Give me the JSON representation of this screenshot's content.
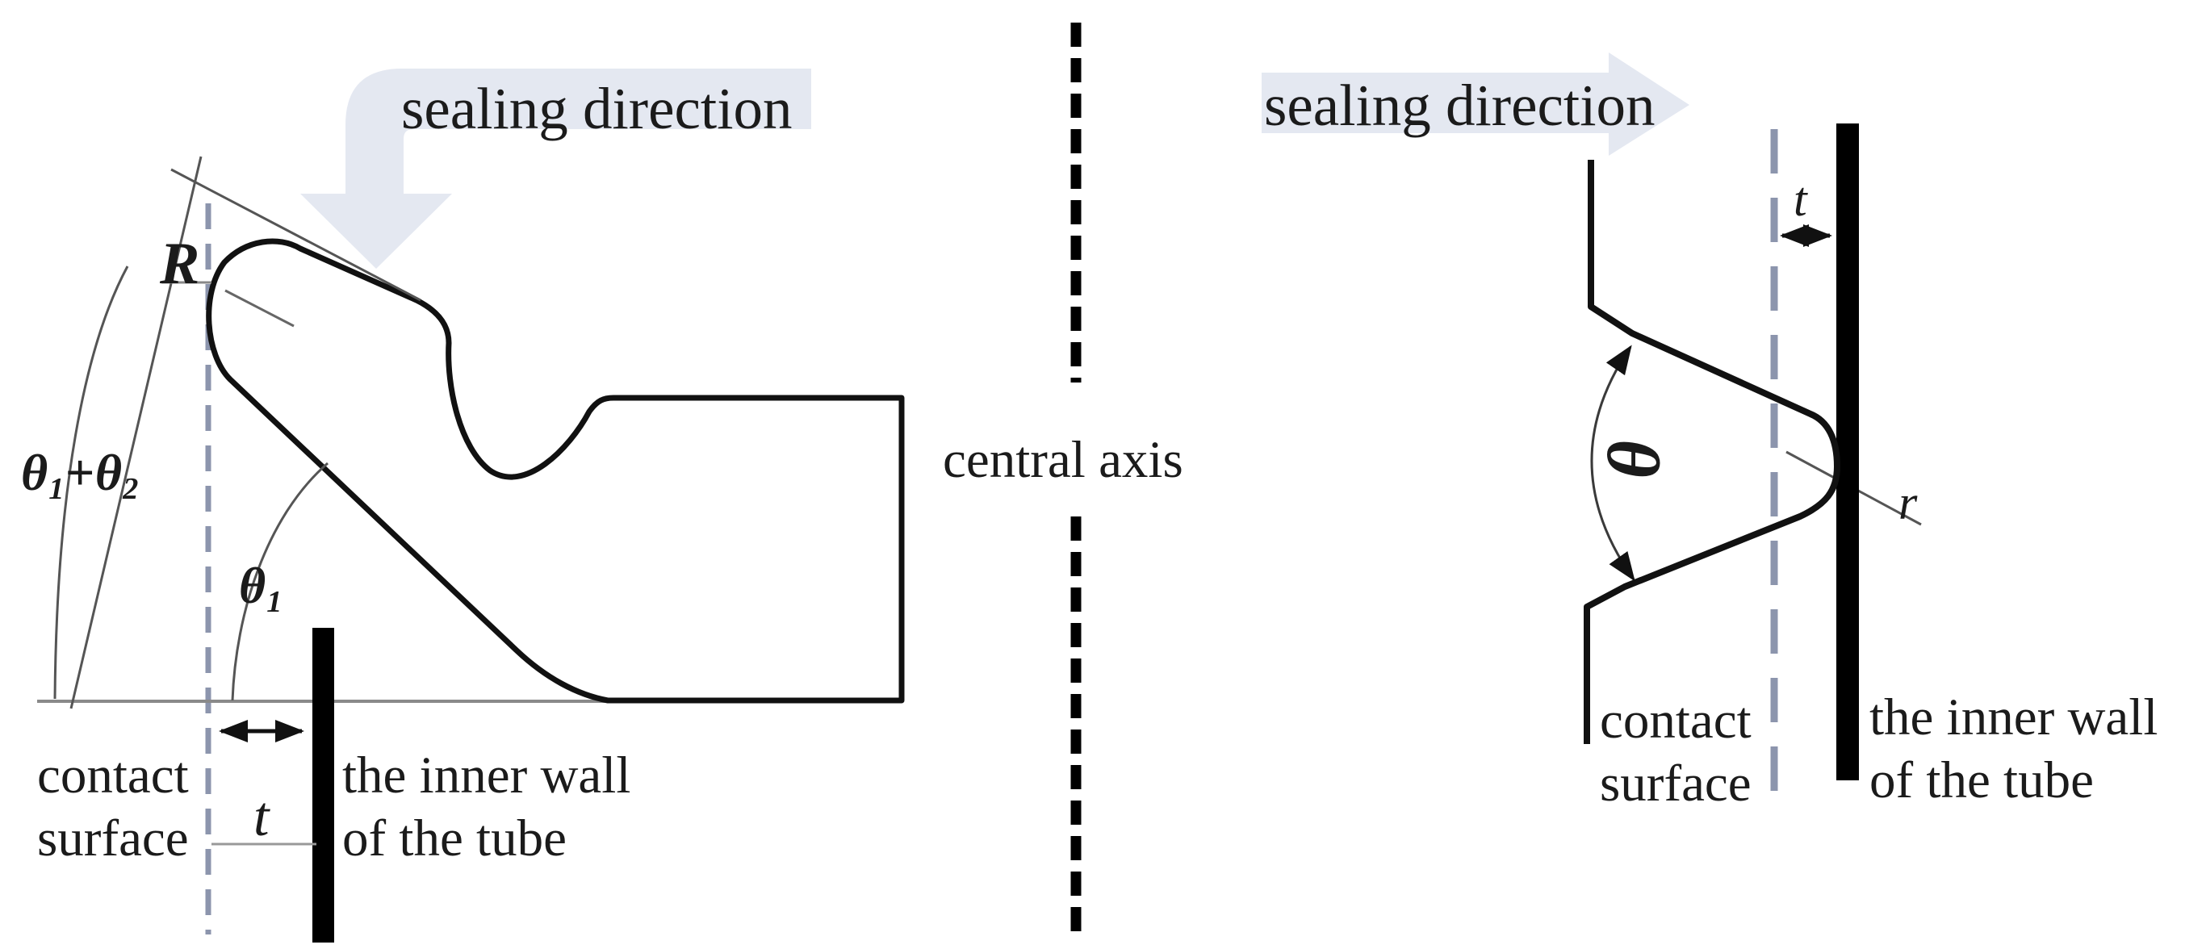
{
  "figure": {
    "type": "engineering-diagram",
    "description": "Two seal cross-section profiles pressed against the inner wall of a tube, separated by a central axis",
    "left_panel": {
      "sealing_direction_label": "sealing direction",
      "radius_label": "R",
      "angle_sum": {
        "base1": "θ",
        "sub1": "1",
        "base2": "+θ",
        "sub2": "2"
      },
      "angle1": {
        "base": "θ",
        "sub": "1"
      },
      "thickness_label": "t",
      "contact_line1": "contact",
      "contact_line2": "surface",
      "wall_line1": "the inner wall",
      "wall_line2": "of the tube"
    },
    "center": {
      "axis_label": "central axis"
    },
    "right_panel": {
      "sealing_direction_label": "sealing direction",
      "angle_label": "θ",
      "tip_radius_label": "r",
      "thickness_label": "t",
      "contact_line1": "contact",
      "contact_line2": "surface",
      "wall_line1": "the inner wall",
      "wall_line2": "of the tube"
    },
    "colors": {
      "background": "#ffffff",
      "arrow_band_fill": "#e4e8f1",
      "dashed_guide_line": "#8c95ad",
      "central_axis": "#000000",
      "profile_outline": "#111111",
      "thin_construction_line": "#555555",
      "baseline_gray": "#8a8a8a",
      "text": "#1b1b1b"
    }
  }
}
